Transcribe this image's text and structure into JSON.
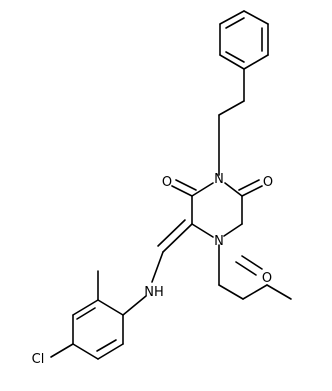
{
  "molecule": {
    "atom_labels": {
      "n_top": "N",
      "n_bottom": "N",
      "o_left": "O",
      "o_right": "O",
      "o_bottom": "O",
      "nh": "NH",
      "cl": "Cl"
    }
  }
}
